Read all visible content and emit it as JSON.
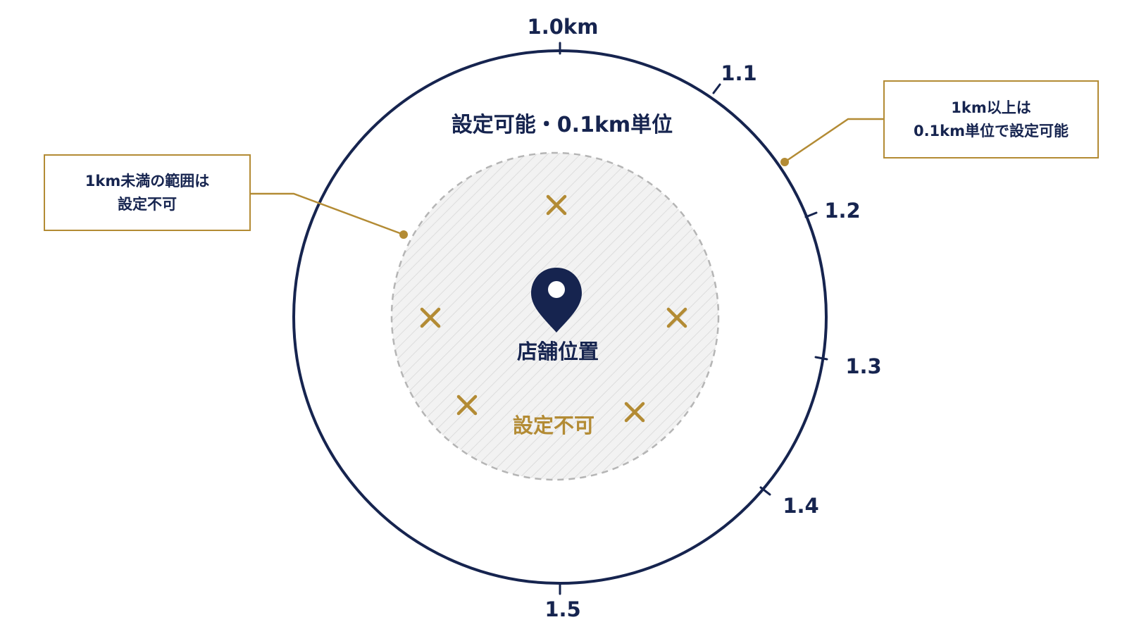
{
  "colors": {
    "navy": "#16244f",
    "gold": "#b38b34",
    "restricted_fill": "#f2f2f2",
    "restricted_border": "#b5b5b5"
  },
  "outer_ring": {
    "label": "設定可能・0.1km単位",
    "ticks": [
      "1.0km",
      "1.1",
      "1.2",
      "1.3",
      "1.4",
      "1.5"
    ]
  },
  "inner_zone": {
    "center_label": "店舗位置",
    "restricted_label": "設定不可",
    "pin_icon": "map-pin-icon",
    "cross_icon": "cross-icon"
  },
  "callouts": {
    "left": {
      "line1": "1km未満の範囲は",
      "line2": "設定不可"
    },
    "right": {
      "line1": "1km以上は",
      "line2": "0.1km単位で設定可能"
    }
  }
}
